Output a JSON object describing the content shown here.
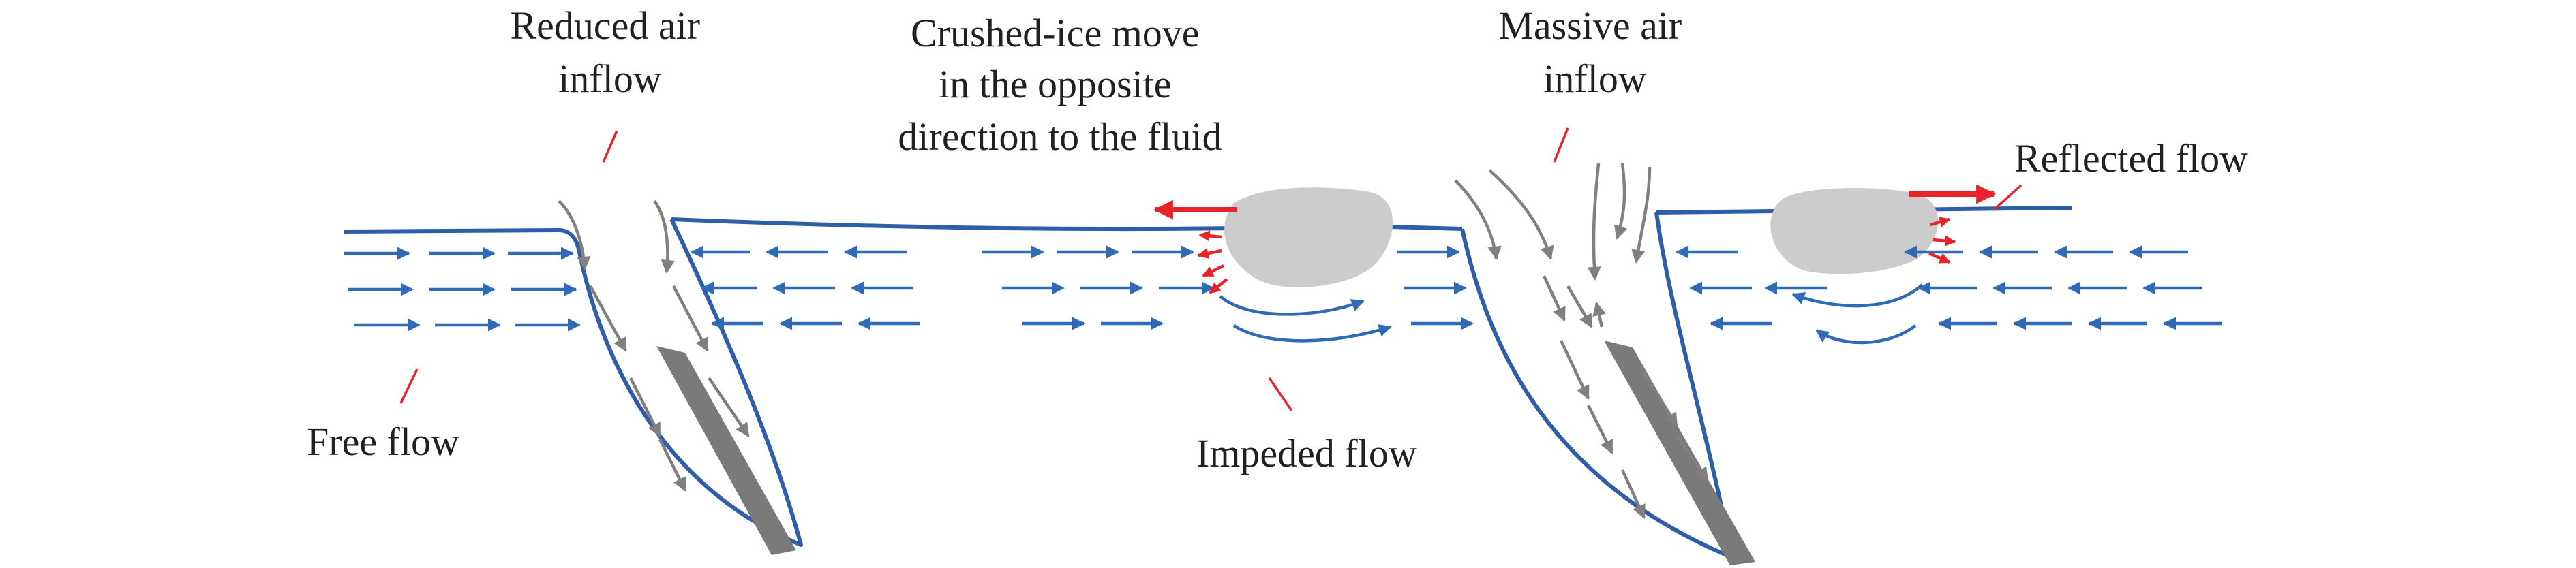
{
  "labels": {
    "reduced_air_inflow": [
      "Reduced air",
      "inflow"
    ],
    "crushed_ice_move": [
      "Crushed-ice move",
      "in the opposite",
      "direction to the fluid"
    ],
    "massive_air_inflow": [
      "Massive air",
      "inflow"
    ],
    "reflected_flow": "Reflected flow",
    "free_flow": "Free flow",
    "impeded_flow": "Impeded flow"
  },
  "colors": {
    "water_outline": "#2e5eaa",
    "flow_arrow": "#2e6ab5",
    "air_arrow": "#808080",
    "ice": "#cccccc",
    "plate": "#7a7a7a",
    "red_arrow": "#e8242a",
    "leader_line": "#e8242a",
    "text": "#231f20"
  }
}
